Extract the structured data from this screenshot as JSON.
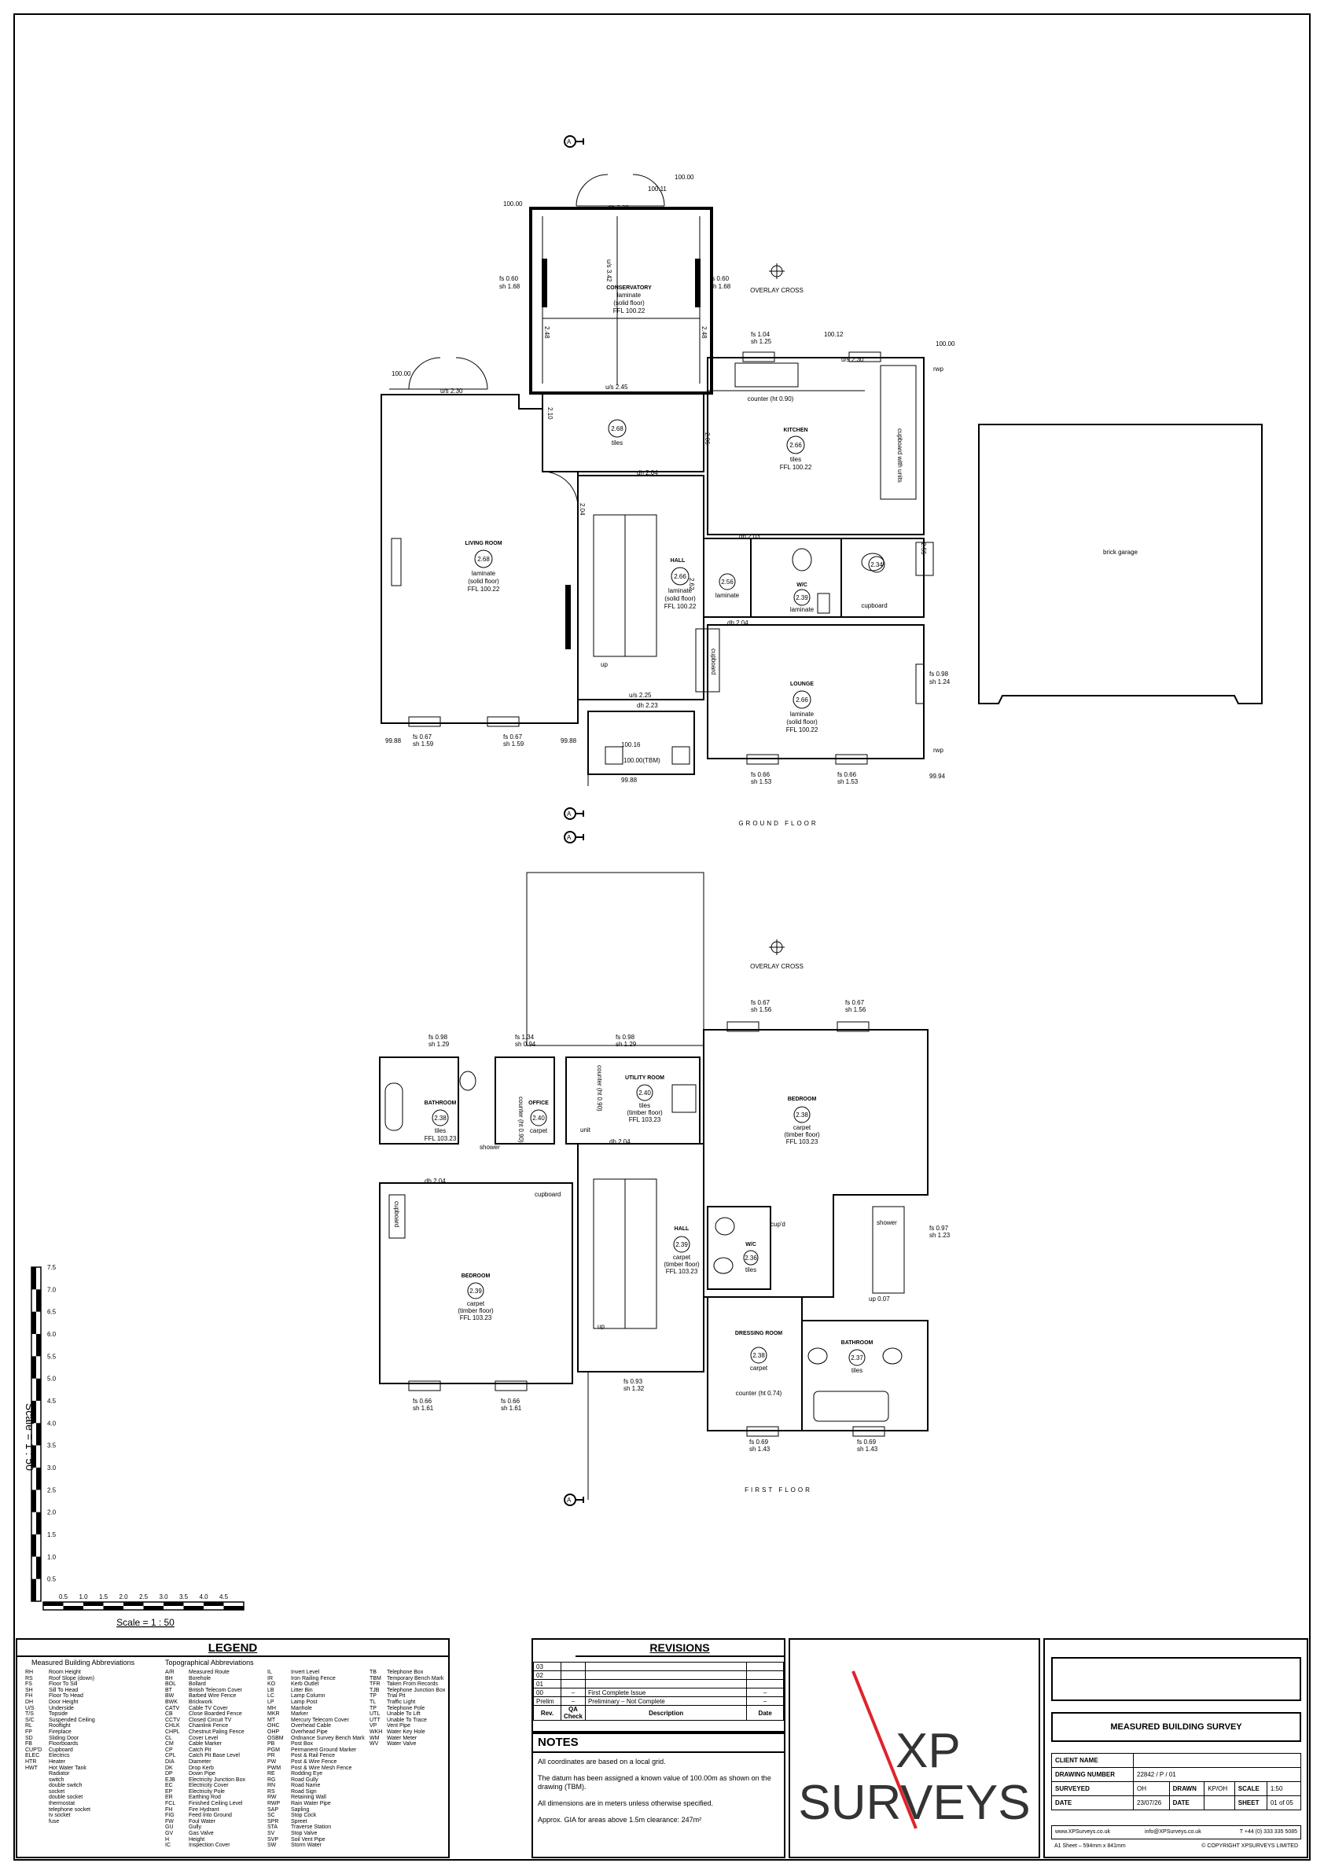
{
  "plans": {
    "ground_floor": {
      "title": "GROUND FLOOR",
      "overlay_cross": "OVERLAY CROSS",
      "section_marker": "A",
      "rooms": [
        {
          "name": "CONSERVATORY",
          "finish": "laminate",
          "floor": "(solid floor)",
          "ffl": "FFL 100.22"
        },
        {
          "name": "",
          "height": "2.68",
          "finish": "tiles"
        },
        {
          "name": "KITCHEN",
          "height": "2.66",
          "finish": "tiles",
          "ffl": "FFL 100.22"
        },
        {
          "name": "LIVING ROOM",
          "height": "2.68",
          "finish": "laminate",
          "floor": "(solid floor)",
          "ffl": "FFL 100.22"
        },
        {
          "name": "HALL",
          "height": "2.66",
          "finish": "laminate",
          "floor": "(solid floor)",
          "ffl": "FFL 100.22"
        },
        {
          "name": "LOUNGE",
          "height": "2.66",
          "finish": "laminate",
          "floor": "(solid floor)",
          "ffl": "FFL 100.22"
        },
        {
          "name": "W/C",
          "height": "2.39",
          "finish": "laminate"
        },
        {
          "name": "",
          "height": "2.56",
          "finish": "laminate"
        },
        {
          "name": "",
          "height": "2.34",
          "finish": "cupboard"
        }
      ],
      "labels": {
        "brick_garage": "brick garage",
        "counter": "counter (ht 0.90)",
        "cupboard_units": "cupboard with units",
        "up": "up",
        "cupboard": "cupboard",
        "tbm": "100.00(TBM)",
        "rwp": "rwp"
      },
      "levels": [
        "100.00",
        "100.11",
        "100.00",
        "100.00",
        "100.12",
        "100.00",
        "99.88",
        "99.88",
        "100.16",
        "99.88",
        "99.94"
      ],
      "dims": [
        "dh 2.28",
        "u/s 3.42",
        "fs 0.60",
        "sh 1.68",
        "fs 0.60",
        "sh 1.68",
        "u/s 2.45",
        "fs 1.04",
        "sh 1.25",
        "u/s 2.30",
        "u/s 2.30",
        "dh 2.04",
        "dh 2.03",
        "dh 2.04",
        "u/s 2.25",
        "dh 2.23",
        "fs 0.67",
        "sh 1.59",
        "fs 0.67",
        "sh 1.59",
        "fs 0.66",
        "sh 1.53",
        "fs 0.66",
        "sh 1.53",
        "fs 0.98",
        "sh 1.24",
        "2.48",
        "2.48",
        "2.10",
        "2.06",
        "2.04",
        "2.55",
        "2.62"
      ]
    },
    "first_floor": {
      "title": "FIRST FLOOR",
      "overlay_cross": "OVERLAY CROSS",
      "section_marker": "A",
      "rooms": [
        {
          "name": "BATHROOM",
          "height": "2.38",
          "finish": "tiles",
          "ffl": "FFL 103.23"
        },
        {
          "name": "OFFICE",
          "height": "2.40",
          "finish": "carpet"
        },
        {
          "name": "UTILITY ROOM",
          "height": "2.40",
          "finish": "tiles",
          "floor": "(timber floor)",
          "ffl": "FFL 103.23"
        },
        {
          "name": "BEDROOM",
          "height": "2.38",
          "finish": "carpet",
          "floor": "(timber floor)",
          "ffl": "FFL 103.23"
        },
        {
          "name": "BEDROOM",
          "height": "2.39",
          "finish": "carpet",
          "floor": "(timber floor)",
          "ffl": "FFL 103.23"
        },
        {
          "name": "HALL",
          "height": "2.39",
          "finish": "carpet",
          "floor": "(timber floor)",
          "ffl": "FFL 103.23"
        },
        {
          "name": "W/C",
          "height": "2.36",
          "finish": "tiles"
        },
        {
          "name": "DRESSING ROOM",
          "height": "2.38",
          "finish": "carpet"
        },
        {
          "name": "BATHROOM",
          "height": "2.37",
          "finish": "tiles"
        }
      ],
      "labels": {
        "shower": "shower",
        "cupboard": "cupboard",
        "unit": "unit",
        "counter_ht": "counter (ht 0.90)",
        "counter_074": "counter (ht 0.74)",
        "cupd": "cup'd",
        "up": "up"
      },
      "dims": [
        "fs 0.98",
        "sh 1.29",
        "fs 1.34",
        "sh 0.94",
        "fs 0.98",
        "sh 1.29",
        "fs 0.67",
        "sh 1.56",
        "fs 0.67",
        "sh 1.56",
        "dh 2.04",
        "dh 2.04",
        "fs 0.66",
        "sh 1.61",
        "fs 0.66",
        "sh 1.61",
        "fs 0.93",
        "sh 1.32",
        "fs 0.69",
        "sh 1.43",
        "fs 0.69",
        "sh 1.43",
        "fs 0.97",
        "sh 1.23",
        "up 0.07"
      ]
    }
  },
  "scale_bar": {
    "vertical_label": "Scale = 1 : 50",
    "horizontal_label": "Scale = 1 : 50",
    "v_ticks": [
      "0.5",
      "1.0",
      "1.5",
      "2.0",
      "2.5",
      "3.0",
      "3.5",
      "4.0",
      "4.5",
      "5.0",
      "5.5",
      "6.0",
      "6.5",
      "7.0",
      "7.5"
    ],
    "h_ticks": [
      "0.5",
      "1.0",
      "1.5",
      "2.0",
      "2.5",
      "3.0",
      "3.5",
      "4.0",
      "4.5"
    ]
  },
  "legend": {
    "title": "LEGEND",
    "heading_left": "Measured Building Abbreviations",
    "heading_right": "Topographical Abbreviations",
    "measured": [
      [
        "RH",
        "Room Height"
      ],
      [
        "RS",
        "Roof Slope (down)"
      ],
      [
        "FS",
        "Floor To Sill"
      ],
      [
        "SH",
        "Sill To Head"
      ],
      [
        "FH",
        "Floor To Head"
      ],
      [
        "DH",
        "Door Height"
      ],
      [
        "U/S",
        "Underside"
      ],
      [
        "T/S",
        "Topside"
      ],
      [
        "S/C",
        "Suspended Ceiling"
      ],
      [
        "RL",
        "Rooflight"
      ],
      [
        "FP",
        "Fireplace"
      ],
      [
        "SD",
        "Sliding Door"
      ],
      [
        "FB",
        "Floorboards"
      ],
      [
        "CUP'D",
        "Cupboard"
      ],
      [
        "ELEC",
        "Electrics"
      ],
      [
        "HTR",
        "Heater"
      ],
      [
        "HWT",
        "Hot Water Tank"
      ],
      [
        "",
        "Radiator"
      ],
      [
        "",
        "switch"
      ],
      [
        "",
        "double switch"
      ],
      [
        "",
        "socket"
      ],
      [
        "",
        "double socket"
      ],
      [
        "",
        "thermostat"
      ],
      [
        "",
        "telephone socket"
      ],
      [
        "",
        "tv socket"
      ],
      [
        "",
        "fuse"
      ]
    ],
    "topo1": [
      [
        "A/R",
        "Measured Route"
      ],
      [
        "BH",
        "Borehole"
      ],
      [
        "BOL",
        "Bollard"
      ],
      [
        "BT",
        "British Telecom Cover"
      ],
      [
        "BW",
        "Barbed Wire Fence"
      ],
      [
        "BWK",
        "Brickwork"
      ],
      [
        "CATV",
        "Cable TV Cover"
      ],
      [
        "CB",
        "Close Boarded Fence"
      ],
      [
        "CCTV",
        "Closed Circuit TV"
      ],
      [
        "CHLK",
        "Chainlink Fence"
      ],
      [
        "CHPL",
        "Chestnut Paling Fence"
      ],
      [
        "CL",
        "Cover Level"
      ],
      [
        "CM",
        "Cable Marker"
      ],
      [
        "CP",
        "Catch Pit"
      ],
      [
        "CPL",
        "Catch Pit Base Level"
      ],
      [
        "DIA",
        "Diameter"
      ],
      [
        "DK",
        "Drop Kerb"
      ],
      [
        "DP",
        "Down Pipe"
      ],
      [
        "EJB",
        "Electricity Junction Box"
      ],
      [
        "EC",
        "Electricity Cover"
      ],
      [
        "EP",
        "Electricity Pole"
      ],
      [
        "ER",
        "Earthing Rod"
      ],
      [
        "FCL",
        "Finished Ceiling Level"
      ],
      [
        "FH",
        "Fire Hydrant"
      ],
      [
        "FIG",
        "Feed Into Ground"
      ],
      [
        "FW",
        "Foul Water"
      ],
      [
        "GU",
        "Gully"
      ],
      [
        "GV",
        "Gas Valve"
      ],
      [
        "H",
        "Height"
      ],
      [
        "IC",
        "Inspection Cover"
      ]
    ],
    "topo2": [
      [
        "IL",
        "Invert Level"
      ],
      [
        "IR",
        "Iron Railing Fence"
      ],
      [
        "KO",
        "Kerb Outlet"
      ],
      [
        "LB",
        "Litter Bin"
      ],
      [
        "LC",
        "Lamp Column"
      ],
      [
        "LP",
        "Lamp Post"
      ],
      [
        "MH",
        "Manhole"
      ],
      [
        "MKR",
        "Marker"
      ],
      [
        "MT",
        "Mercury Telecom Cover"
      ],
      [
        "OHC",
        "Overhead Cable"
      ],
      [
        "OHP",
        "Overhead Pipe"
      ],
      [
        "OSBM",
        "Ordnance Survey Bench Mark"
      ],
      [
        "PB",
        "Post Box"
      ],
      [
        "PGM",
        "Permanent Ground Marker"
      ],
      [
        "PR",
        "Post & Rail Fence"
      ],
      [
        "PW",
        "Post & Wire Fence"
      ],
      [
        "PWM",
        "Post & Wire Mesh Fence"
      ],
      [
        "RE",
        "Rodding Eye"
      ],
      [
        "RG",
        "Road Gully"
      ],
      [
        "RN",
        "Road Name"
      ],
      [
        "RS",
        "Road Sign"
      ],
      [
        "RW",
        "Retaining Wall"
      ],
      [
        "RWP",
        "Rain Water Pipe"
      ],
      [
        "SAP",
        "Sapling"
      ],
      [
        "SC",
        "Stop Cock"
      ],
      [
        "SPR",
        "Spreet"
      ],
      [
        "STA",
        "Traverse Station"
      ],
      [
        "SV",
        "Stop Valve"
      ],
      [
        "SVP",
        "Soil Vent Pipe"
      ],
      [
        "SW",
        "Storm Water"
      ]
    ],
    "topo3": [
      [
        "TB",
        "Telephone Box"
      ],
      [
        "TBM",
        "Temporary Bench Mark"
      ],
      [
        "TFR",
        "Taken From Records"
      ],
      [
        "TJB",
        "Telephone Junction Box"
      ],
      [
        "TP",
        "Trial Pit"
      ],
      [
        "TL",
        "Traffic Light"
      ],
      [
        "TP",
        "Telephone Pole"
      ],
      [
        "UTL",
        "Unable To Lift"
      ],
      [
        "UTT",
        "Unable To Trace"
      ],
      [
        "VP",
        "Vent Pipe"
      ],
      [
        "WKH",
        "Water Key Hole"
      ],
      [
        "WM",
        "Water Meter"
      ],
      [
        "WV",
        "Water Valve"
      ]
    ]
  },
  "revisions": {
    "title": "REVISIONS",
    "rows": [
      {
        "rev": "03",
        "qa": "",
        "desc": "",
        "date": ""
      },
      {
        "rev": "02",
        "qa": "",
        "desc": "",
        "date": ""
      },
      {
        "rev": "01",
        "qa": "",
        "desc": "",
        "date": ""
      },
      {
        "rev": "00",
        "qa": "–",
        "desc": "First Complete Issue",
        "date": "–"
      },
      {
        "rev": "Prelim",
        "qa": "–",
        "desc": "Preliminary – Not Complete",
        "date": "–"
      }
    ],
    "head_rev": "Rev.",
    "head_qa": "QA Check",
    "head_desc": "Description",
    "head_date": "Date"
  },
  "notes": {
    "title": "NOTES",
    "items": [
      "All coordinates are based on a local grid.",
      "The datum has been assigned a known value of 100.00m as shown on the drawing (TBM).",
      "All dimensions are in meters unless otherwise specified.",
      "Approx. GIA for areas above 1.5m clearance: 247m²"
    ]
  },
  "logo": {
    "text_top": "XP",
    "text_bottom": "SURVEYS",
    "accent": "#e0232b"
  },
  "title_block": {
    "heading": "MEASURED BUILDING SURVEY",
    "client_name_label": "CLIENT NAME",
    "client_name": "",
    "drawing_number_label": "DRAWING NUMBER",
    "drawing_number": "22842 / P / 01",
    "surveyed_label": "SURVEYED",
    "surveyed": "OH",
    "drawn_label": "DRAWN",
    "drawn": "KP/OH",
    "scale_label": "SCALE",
    "scale": "1:50",
    "date_label": "DATE",
    "date": "23/07/26",
    "date2_label": "DATE",
    "date2": "",
    "sheet_label": "SHEET",
    "sheet": "01 of 05",
    "web": "www.XPSurveys.co.uk",
    "email": "info@XPSurveys.co.uk",
    "phone": "T +44 (0) 333 335 5085",
    "sheet_size": "A1 Sheet – 594mm x 841mm",
    "copyright": "© COPYRIGHT XPSURVEYS LIMITED"
  }
}
